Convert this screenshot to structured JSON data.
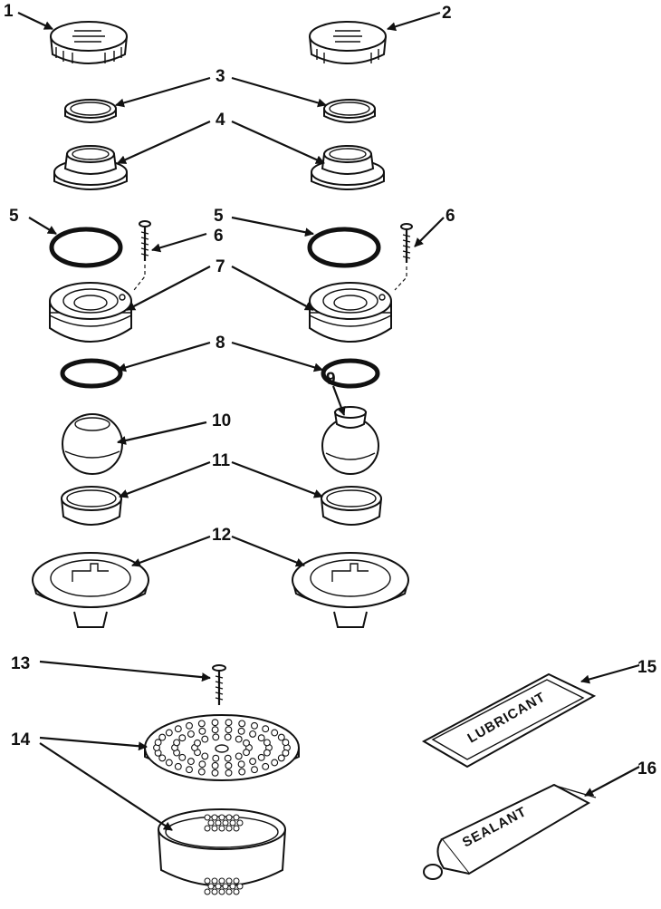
{
  "callouts": {
    "c1": "1",
    "c2": "2",
    "c3": "3",
    "c4": "4",
    "c5a": "5",
    "c5b": "5",
    "c6a": "6",
    "c6b": "6",
    "c7": "7",
    "c8": "8",
    "c9": "9",
    "c10": "10",
    "c11": "11",
    "c12": "12",
    "c13": "13",
    "c14": "14",
    "c15": "15",
    "c16": "16"
  },
  "packages": {
    "lubricant": "LUBRICANT",
    "sealant": "SEALANT"
  },
  "colors": {
    "ink": "#111111",
    "paper": "#ffffff"
  }
}
